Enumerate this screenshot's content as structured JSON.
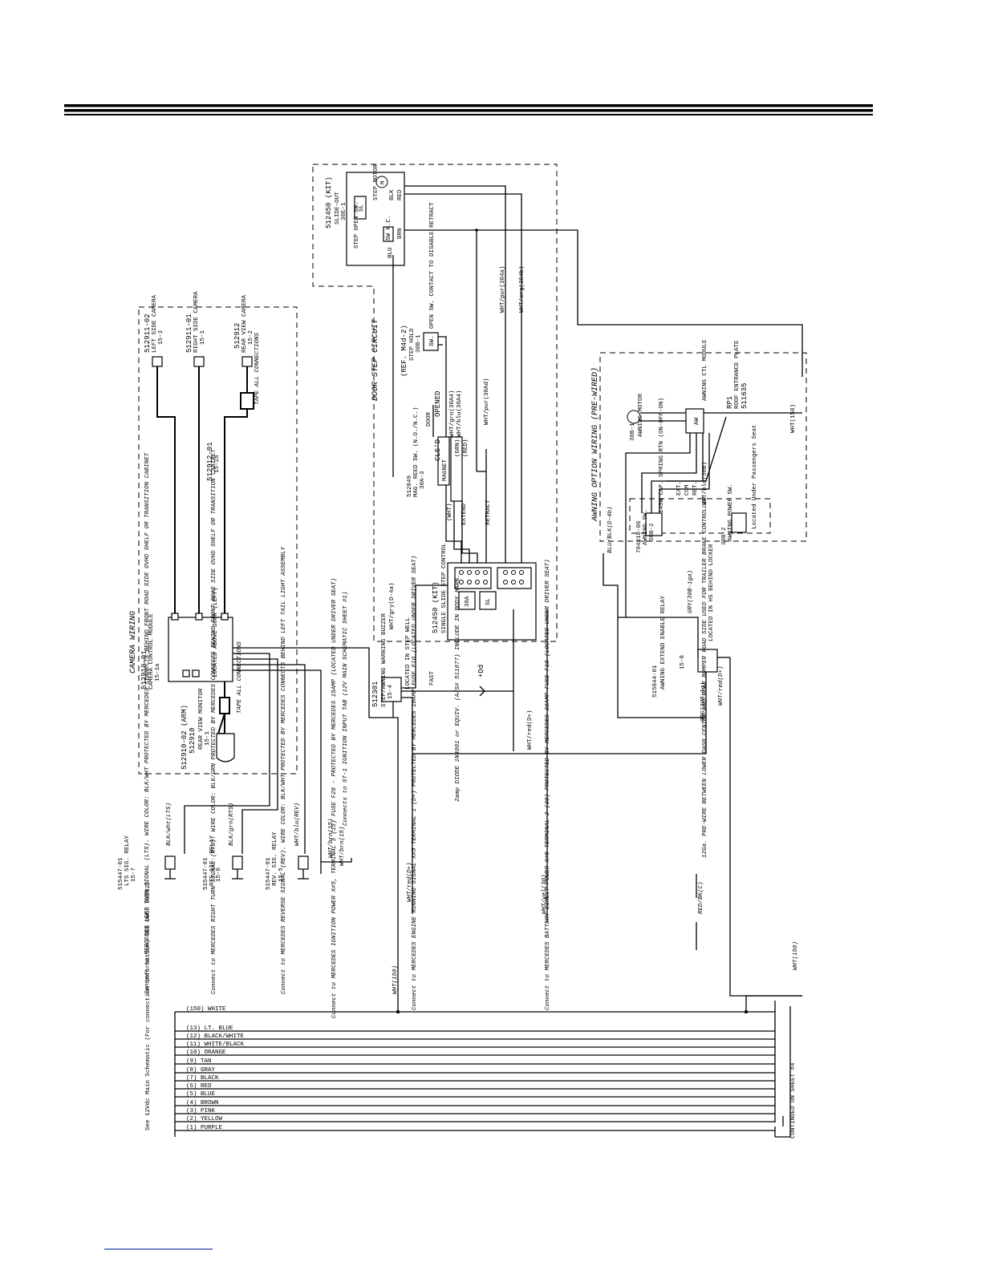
{
  "camera": {
    "title": "CAMERA WIRING",
    "module_pn": "512910-01",
    "module_desc": "CAMERA CONTROL MODULE",
    "module_page": "15-1a",
    "left_cam_pn": "512911-02",
    "left_cam_desc": "LEFT SIDE CAMERA",
    "left_cam_page": "15-3",
    "right_cam_pn": "512911-01",
    "right_cam_desc": "RIGHT SIDE CAMERA",
    "right_cam_page": "15-1",
    "rear_cam_pn": "512912",
    "rear_cam_desc": "REAR VIEW CAMERA",
    "rear_cam_page": "15-2",
    "cable_pn": "512912-01",
    "cable_page": "15-2a",
    "tape_note": "TAPE ALL CONNECTIONS",
    "arm_pn": "512910-02 (ARM)",
    "monitor_pn": "512910",
    "monitor_desc": "REAR VIEW MONITOR",
    "monitor_page": "15-1",
    "tape_note2": "TAPE ALL CONNECTIONS",
    "module_location": "LOCATED ABOVE DOOR (LEFT)"
  },
  "door_step": {
    "kit_top": "512450 (KIT)",
    "slide_out": "SLIDE-OUT",
    "slide_page": "30E-1",
    "step_open_sw": "STEP OPEN SW.",
    "step_motor": "STEP MOTOR",
    "sw_nc": "SW N.C.",
    "sl": "SL",
    "m": "M",
    "brn": "BRN",
    "blu": "BLU",
    "blk": "BLK",
    "red": "RED",
    "title": "DOOR STEP CIRCUIT",
    "ref": "(REF. M4d-2)",
    "step_hold": "STEP HOLD",
    "sw_label": "SW.",
    "page_30b": "30B-1",
    "open_note": "OPEN SW. CONTACT TO DISABLE RETRACT",
    "mag_pn": "512849",
    "mag_desc": "MAG. REED SW. (N.O./N.C.)",
    "mag_page": "30A-3",
    "magnet": "MAGNET",
    "grn": "(GRN)",
    "red2": "(RED)",
    "door": "DOOR",
    "clsd": "CLS'D",
    "opened": "OPENED",
    "wht": "(WHT)",
    "wht_grn": "WHT/grn(30A4)",
    "wht_blu": "WHT/blu(30A4)",
    "wht_pur_a": "WHT/pur(30Ad)",
    "wht_pur_b": "WHT/pur(304a)",
    "wht_org": "WHT/org(304b)",
    "extend": "EXTEND",
    "retract": "RETRACT",
    "kit_bottom": "512450 (KIT)",
    "single_slide": "SINGLE SLIDE STEP CONTROL",
    "fuse": "30A",
    "sl2": "SL",
    "wht_gry": "WHT/gry(D-4a)",
    "buzzer_pn": "512301",
    "buzzer_desc": "STEP/AWNING WARNING BUZZER",
    "buzzer_page": "15-4",
    "buzzer_loc": "LOCATED IN STEP WELL",
    "diode_note": "2amp DIODE 1N4001 or EQUIV. (A/S# 511877) INCLUDE IN BODY HARN.",
    "dplus": "+Dd",
    "wht_red_d": "WHT/red(D+)",
    "fast": "FAST"
  },
  "awning": {
    "title": "AWNING OPTION WIRING (PRE-WIRED)",
    "motor_page": "30B-1",
    "motor_desc": "AWNING MOTOR",
    "module_desc": "AWNING CTL MODULE",
    "aw": "AW",
    "rp_pn": "RP1",
    "rp_desc": "ROOF ENTRANCE PLATE",
    "rp_num": "511635",
    "wht_150": "WHT(150)",
    "sw_pn": "704310-06",
    "sw_desc": "AWNING SW.",
    "sw_page": "30B-2",
    "spring": "140W CAP. SPRING RTN (ON-OFF-ON)",
    "ext": "EXT.",
    "com": "COM",
    "ret": "RET.",
    "wht_blu": "WHT/blu(30B)",
    "pwr_page": "30B-2",
    "pwr_desc": "AWNING POWER SW.",
    "pwr_loc": "Located Under Passengers Seat",
    "blu_blk": "BLU/BLK(D-4b)",
    "gry": "GRY(30B-1ga)",
    "relay_pn": "515844-01",
    "relay_desc": "AWNING EXTEND ENABLE RELAY",
    "relay_page": "15-8",
    "relay_loc": "LOCATED IN HS BEHIND LOCKER",
    "org": "ORG(30B-1g)",
    "wht_red": "WHT/red(D+)",
    "red_bk": "RED/BK(C)",
    "trailer_note": "12Ga. PRE-WIRE BETWEEN LOWER DASH CENTER AND REAR BUMPER ROAD SIDE USED FOR TRAILER BRAKE CONTROLLER"
  },
  "relays": [
    {
      "pn": "515447-01",
      "desc": "LTS SIG. RELAY",
      "page": "15-7",
      "wire": "BLK/wht(LTS)",
      "note": "Connect to MERCEDES LEFT TURN SIGNAL (LTS). WIRE COLOR: BLK/WHT PROTECTED BY MERCEDES CONNECTS BEHIND FRONT ROAD SIDE OVHD SHELF OR TRANSITION CABINET"
    },
    {
      "pn": "515447-01",
      "desc": "RTS SIG. RELAY",
      "page": "15-6",
      "wire": "BLK/grn(RTS)",
      "note": "Connect to MERCEDES RIGHT TURN SIGNAL (RTS). WIRE COLOR: BLK/GRN PROTECTED BY MERCEDES CONNECTS BEHIND FRONT ROAD SIDE OVHD SHELF OR TRANSITION CABINET"
    },
    {
      "pn": "515447-01",
      "desc": "REV. SIG. RELAY",
      "page": "15-5",
      "wire": "WHT/blu(REV)",
      "note": "Connect to MERCEDES REVERSE SIGNAL (REV). WIRE COLOR: BLK/WHT PROTECTED BY MERCEDES CONNECTS BEHIND LEFT TAIL LIGHT ASSEMBLY"
    }
  ],
  "misc": {
    "ign_wire1": "WHT/brn(15)",
    "ign_wire2": "WHT/brn(15)",
    "ign_note": "Connect to MERCEDES IGNITION POWER X#5, TERMINAL 3 (15) FUSE F28 - PROTECTED BY MERCEDES 15AMP (LOCATED UNDER DRIVER SEAT)",
    "st1_note": "Connects to ST-1 IGNITION INPUT TAB (12V MAIN SCHEMATIC SHEET #1)",
    "wht_red_d": "WHT/red(D+)",
    "engine_note": "Connect to MERCEDES ENGINE RUNNING SIGNAL X#5 TERMINAL 1 (D+) PROTECTED BY MERCEDES 10AMP FUSE F10 (LOCATED UNDER DRIVER SEAT)",
    "wht_yel": "WHT/yel(30)",
    "battery_note": "Connect to MERCEDES BATTERY DIRECT POWER X#5 TERMINAL 2 (30) PROTECTED BY MERCEDES 30AMP FUSE F18 (LOCATED UNDER DRIVER SEAT)",
    "wht150_a": "WHT(150)",
    "wht150_b": "WHT(150)"
  },
  "bus": {
    "ref_note": "See 12Vdc Main Schematic (For connection information) SEE DWG# 952922",
    "continued": "CONTINUED ON SHEET #4",
    "lines": [
      "(150) WHITE",
      "(13) LT. BLUE",
      "(12) BLACK/WHITE",
      "(11) WHITE/BLACK",
      "(10) ORANGE",
      "(9) TAN",
      "(8) GRAY",
      "(7) BLACK",
      "(6) RED",
      "(5) BLUE",
      "(4) BROWN",
      "(3) PINK",
      "(2) YELLOW",
      "(1) PURPLE"
    ]
  }
}
